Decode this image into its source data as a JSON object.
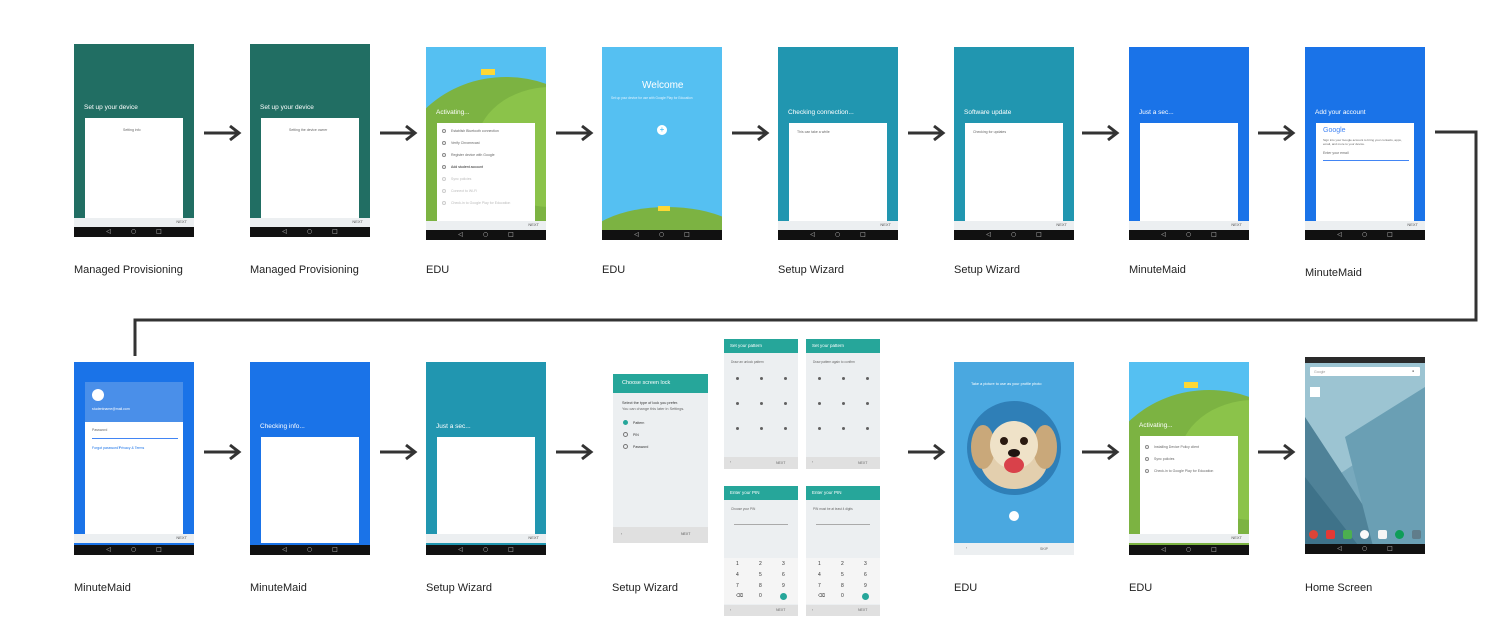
{
  "colors": {
    "teal_dark": "#216e63",
    "teal": "#2196b0",
    "blue": "#1a73e8",
    "sky": "#55c0f2",
    "green": "#7cb342",
    "accent_teal": "#26a69a",
    "arrow": "#333333"
  },
  "row1": {
    "s1": {
      "title": "Set up your device",
      "card_text": "Setting info",
      "next": "NEXT",
      "caption": "Managed Provisioning"
    },
    "s2": {
      "title": "Set up your device",
      "card_text": "Setting the device owner",
      "next": "NEXT",
      "caption": "Managed Provisioning"
    },
    "s3": {
      "title": "Activating...",
      "items": [
        "Establish Bluetooth connection",
        "Verify Chromecast",
        "Register device with Google",
        "Add student account",
        "Sync policies",
        "Connect to Wi-Fi",
        "Check-in to Google Play for Education"
      ],
      "next": "NEXT",
      "caption": "EDU"
    },
    "s4": {
      "title": "Welcome",
      "subtitle": "Set up your device for use with Google Play for Education",
      "caption": "EDU"
    },
    "s5": {
      "title": "Checking connection...",
      "card_text": "This can take a while",
      "next": "NEXT",
      "caption": "Setup Wizard"
    },
    "s6": {
      "title": "Software update",
      "card_text": "Checking for updates",
      "next": "NEXT",
      "caption": "Setup Wizard"
    },
    "s7": {
      "title": "Just a sec...",
      "next": "NEXT",
      "caption": "MinuteMaid"
    },
    "s8": {
      "title": "Add your account",
      "google": "Google",
      "desc": "Sign into your Google account to bring your contacts, apps, email, and more to your device.",
      "field": "Enter your email",
      "next": "NEXT",
      "caption": "MinuteMaid"
    }
  },
  "row2": {
    "s9": {
      "email": "studentname@mail.com",
      "field": "Password",
      "forgot": "Forgot password?",
      "privacy": "Privacy & Terms",
      "next": "NEXT",
      "caption": "MinuteMaid"
    },
    "s10": {
      "title": "Checking info...",
      "caption": "MinuteMaid"
    },
    "s11": {
      "title": "Just a sec...",
      "next": "NEXT",
      "caption": "Setup Wizard"
    },
    "s12": {
      "title": "Choose screen lock",
      "prompt": "Select the type of lock you prefer.",
      "hint": "You can change this later in Settings.",
      "options": [
        "Pattern",
        "PIN",
        "Password"
      ],
      "next": "NEXT",
      "caption": "Setup Wizard"
    },
    "pattern1": {
      "title": "Set your pattern",
      "hint": "Draw an unlock pattern",
      "next": "NEXT"
    },
    "pattern2": {
      "title": "Set your pattern",
      "hint": "Draw pattern again to confirm",
      "next": "NEXT"
    },
    "pin1": {
      "title": "Enter your PIN",
      "hint": "Choose your PIN",
      "next": "NEXT"
    },
    "pin2": {
      "title": "Enter your PIN",
      "hint": "PIN must be at least 4 digits",
      "next": "NEXT"
    },
    "keypad": [
      "1",
      "2",
      "3",
      "4",
      "5",
      "6",
      "7",
      "8",
      "9",
      "0"
    ],
    "s13": {
      "title": "Take a picture to use as your profile photo",
      "skip": "SKIP",
      "caption": "EDU"
    },
    "s14": {
      "title": "Activating...",
      "items": [
        "Installing Device Policy client",
        "Sync policies",
        "Check-in to Google Play for Education"
      ],
      "next": "NEXT",
      "caption": "EDU"
    },
    "s15": {
      "search": "Google",
      "caption": "Home Screen"
    }
  }
}
